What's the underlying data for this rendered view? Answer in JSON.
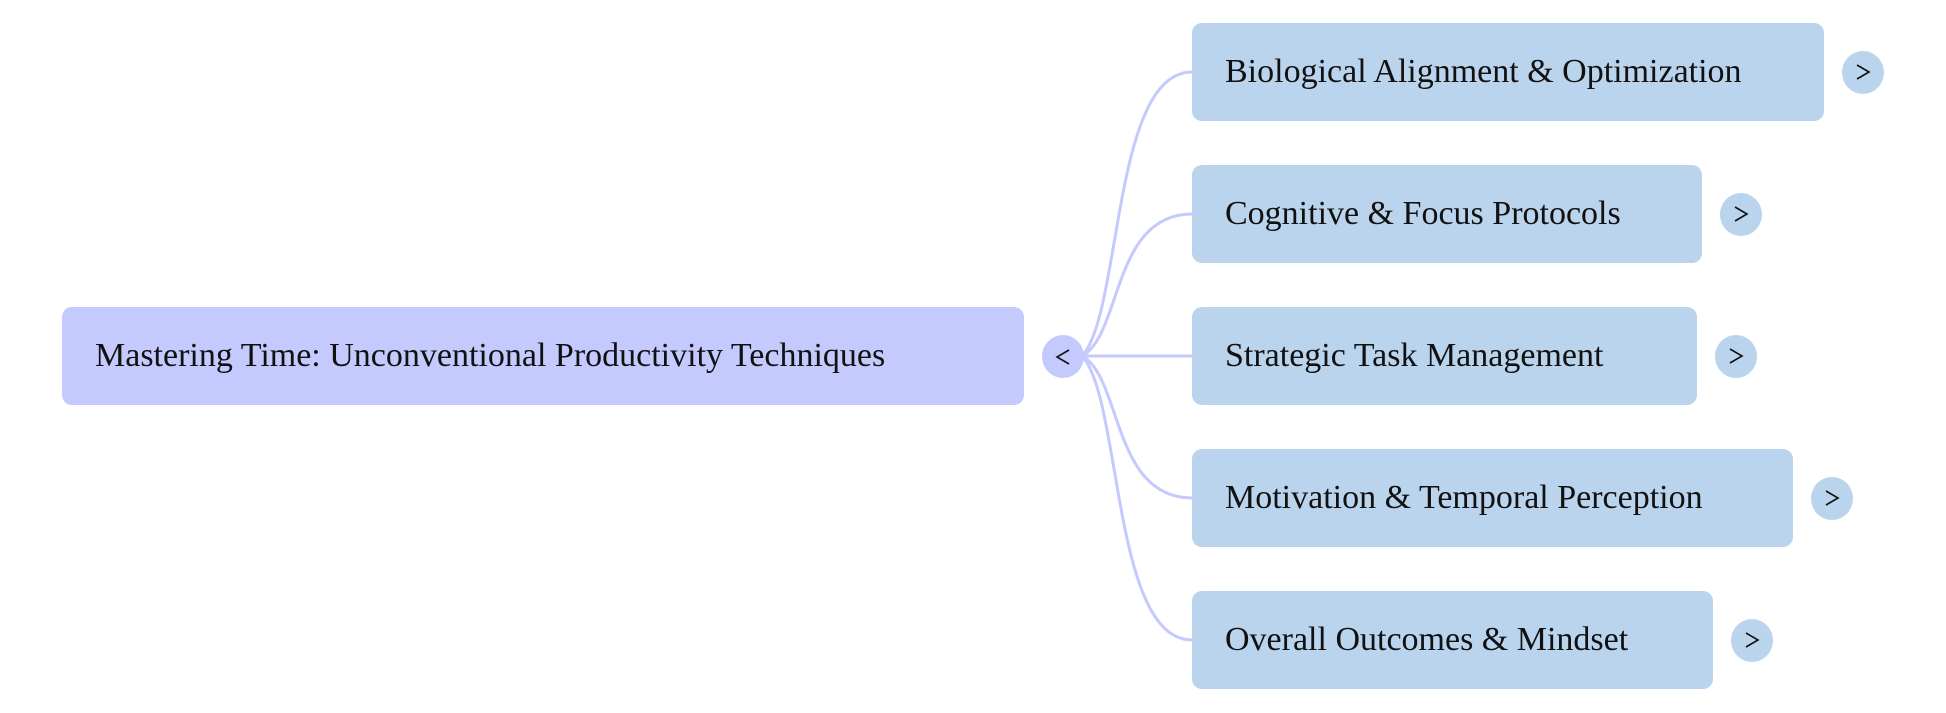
{
  "colors": {
    "root_fill": "#C5CAFE",
    "child_fill": "#BAD4EE",
    "connector": "#C5CAFE",
    "text": "#111111",
    "toggle_glyph": "#111111",
    "background": "#FFFFFF"
  },
  "root": {
    "label": "Mastering Time: Unconventional Productivity Techniques",
    "toggle_icon": "chevron-left-icon",
    "expanded": true
  },
  "children": [
    {
      "label": "Biological Alignment & Optimization",
      "toggle_icon": "chevron-right-icon",
      "expanded": false
    },
    {
      "label": "Cognitive & Focus Protocols",
      "toggle_icon": "chevron-right-icon",
      "expanded": false
    },
    {
      "label": "Strategic Task Management",
      "toggle_icon": "chevron-right-icon",
      "expanded": false
    },
    {
      "label": "Motivation & Temporal Perception",
      "toggle_icon": "chevron-right-icon",
      "expanded": false
    },
    {
      "label": "Overall Outcomes & Mindset",
      "toggle_icon": "chevron-right-icon",
      "expanded": false
    }
  ]
}
